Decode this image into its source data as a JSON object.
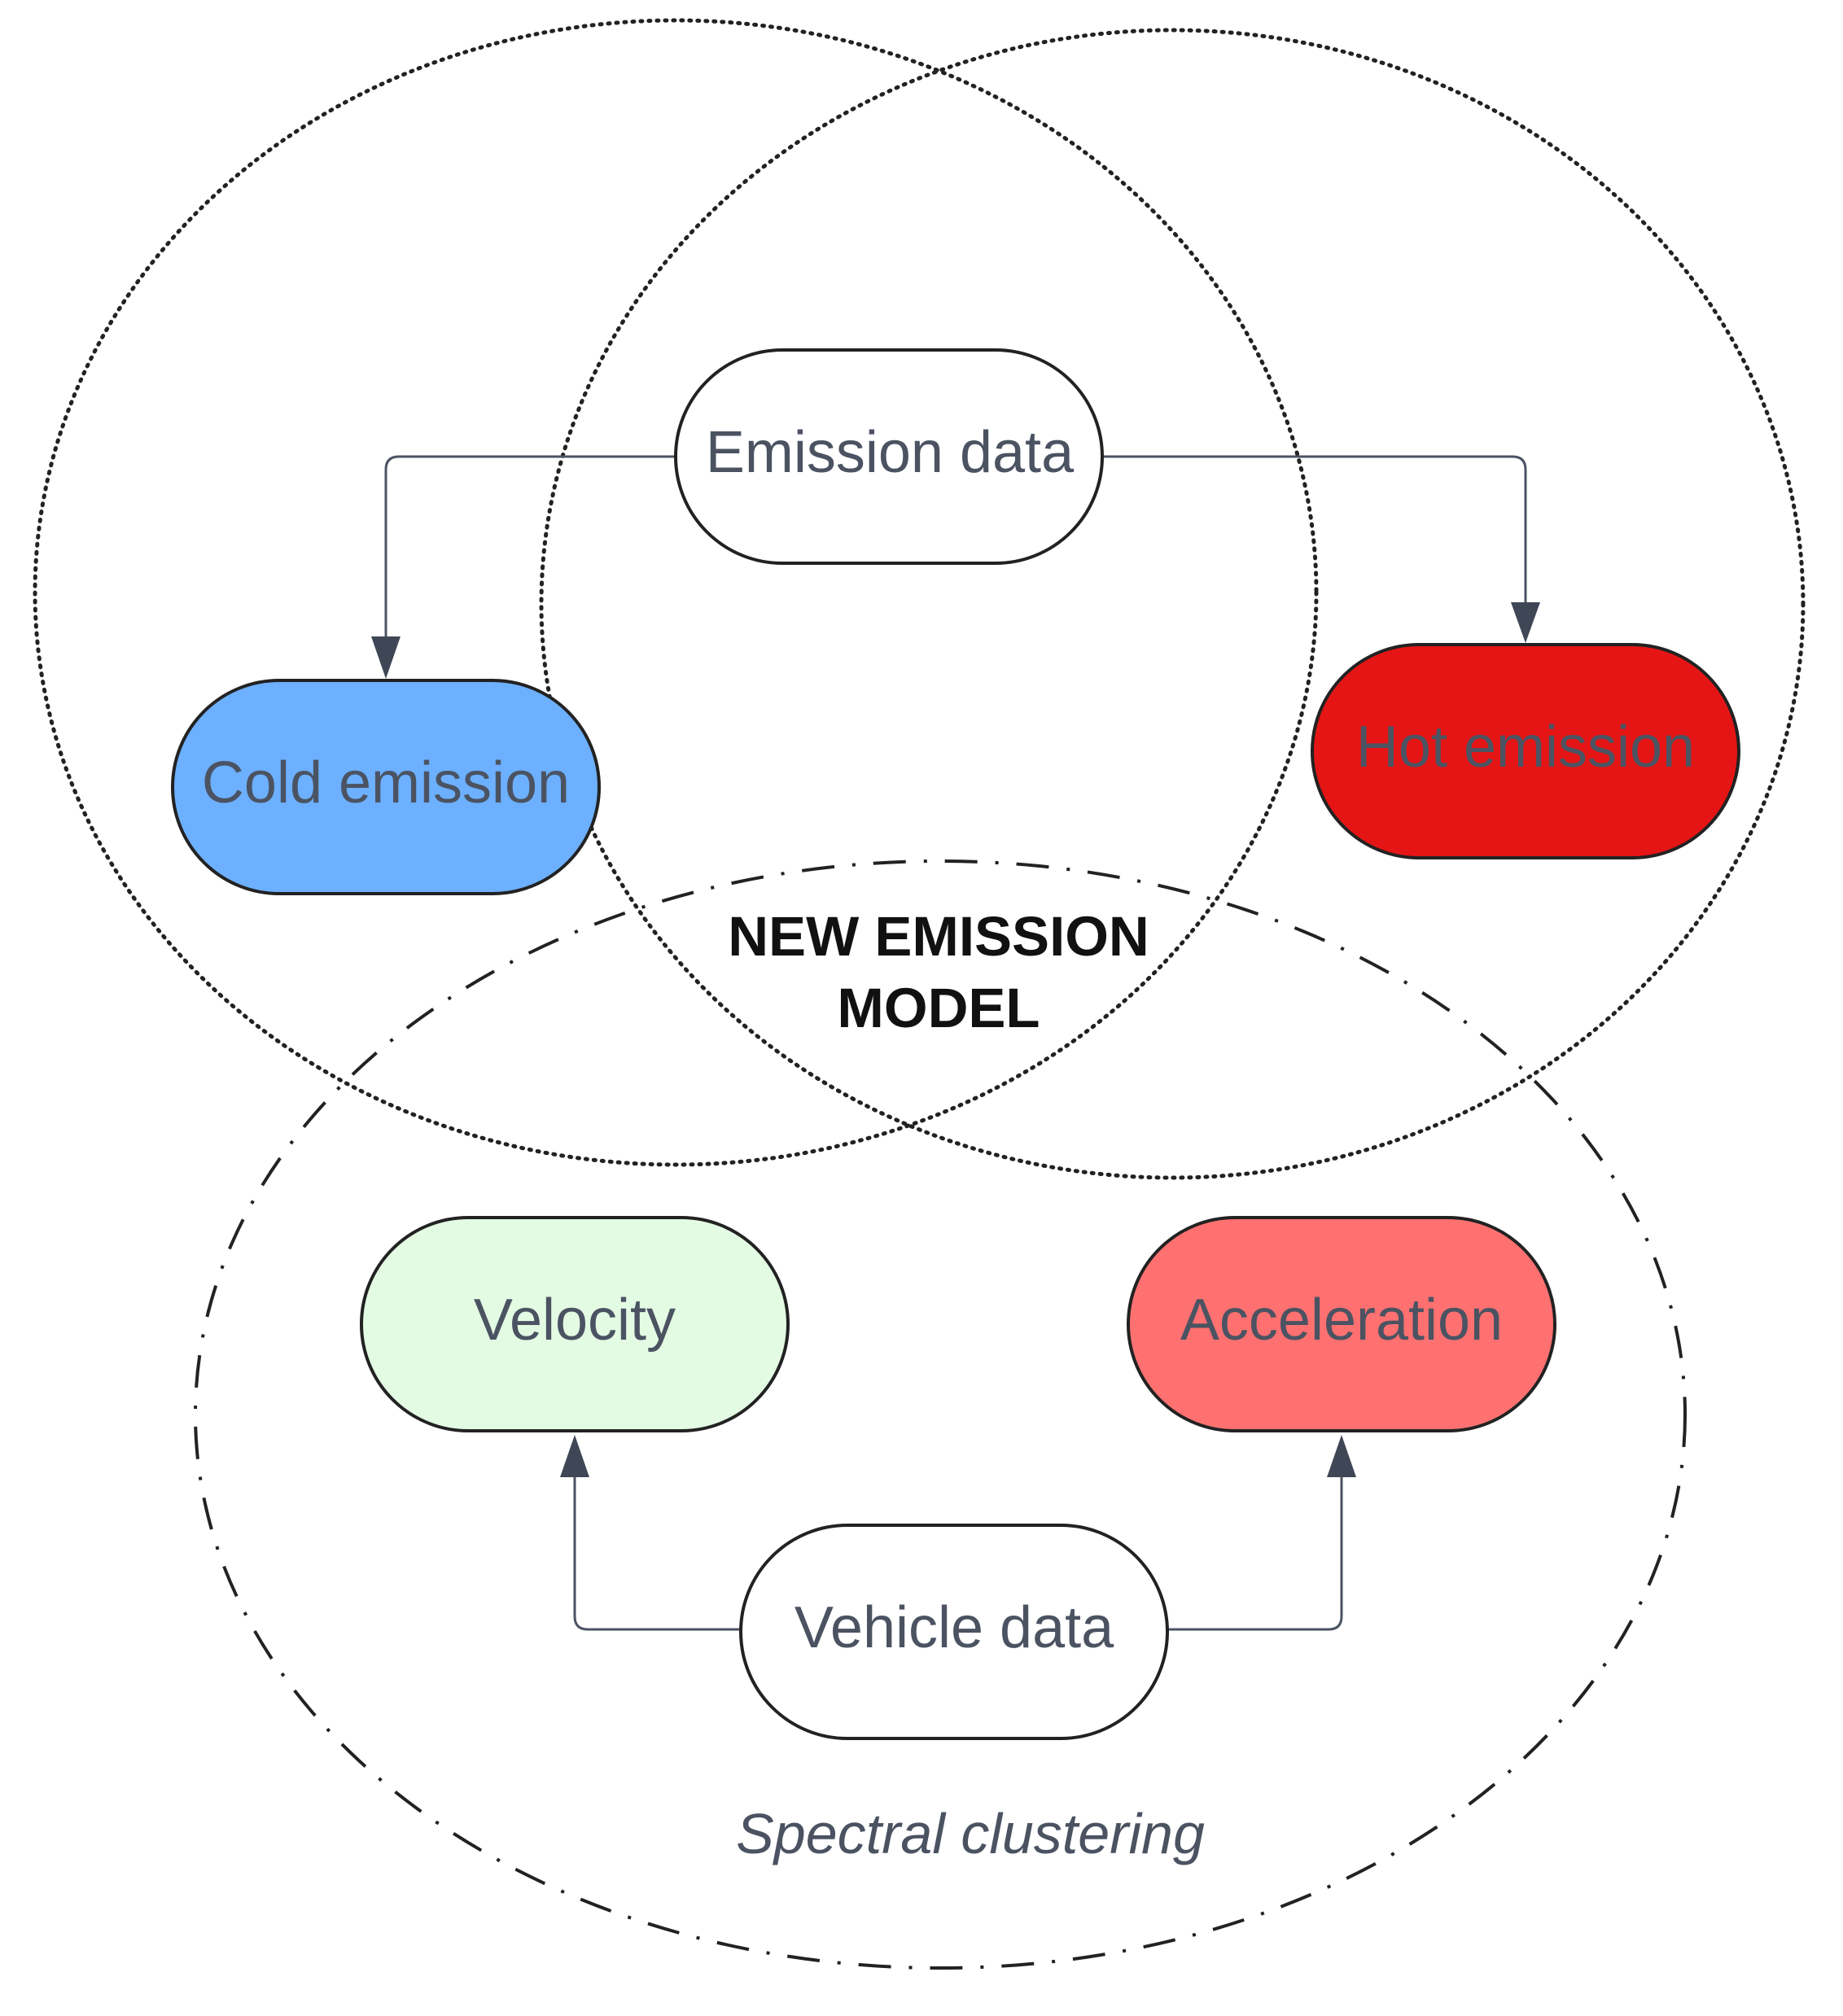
{
  "title": {
    "line1": "NEW EMISSION",
    "line2": "MODEL"
  },
  "caption": "Spectral clustering",
  "nodes": {
    "emission_data": {
      "label": "Emission data",
      "fill": "#ffffff"
    },
    "cold_emission": {
      "label": "Cold emission",
      "fill": "#6cb0ff"
    },
    "hot_emission": {
      "label": "Hot emission",
      "fill": "#e51515"
    },
    "velocity": {
      "label": "Velocity",
      "fill": "#e3fae3"
    },
    "acceleration": {
      "label": "Acceleration",
      "fill": "#ff7171"
    },
    "vehicle_data": {
      "label": "Vehicle data",
      "fill": "#ffffff"
    }
  },
  "edges": [
    {
      "from": "emission_data",
      "to": "cold_emission"
    },
    {
      "from": "emission_data",
      "to": "hot_emission"
    },
    {
      "from": "vehicle_data",
      "to": "velocity"
    },
    {
      "from": "vehicle_data",
      "to": "acceleration"
    }
  ],
  "colors": {
    "node_text": "#4b5362",
    "stroke": "#222222",
    "connector": "#4b5362",
    "title": "#111111"
  }
}
